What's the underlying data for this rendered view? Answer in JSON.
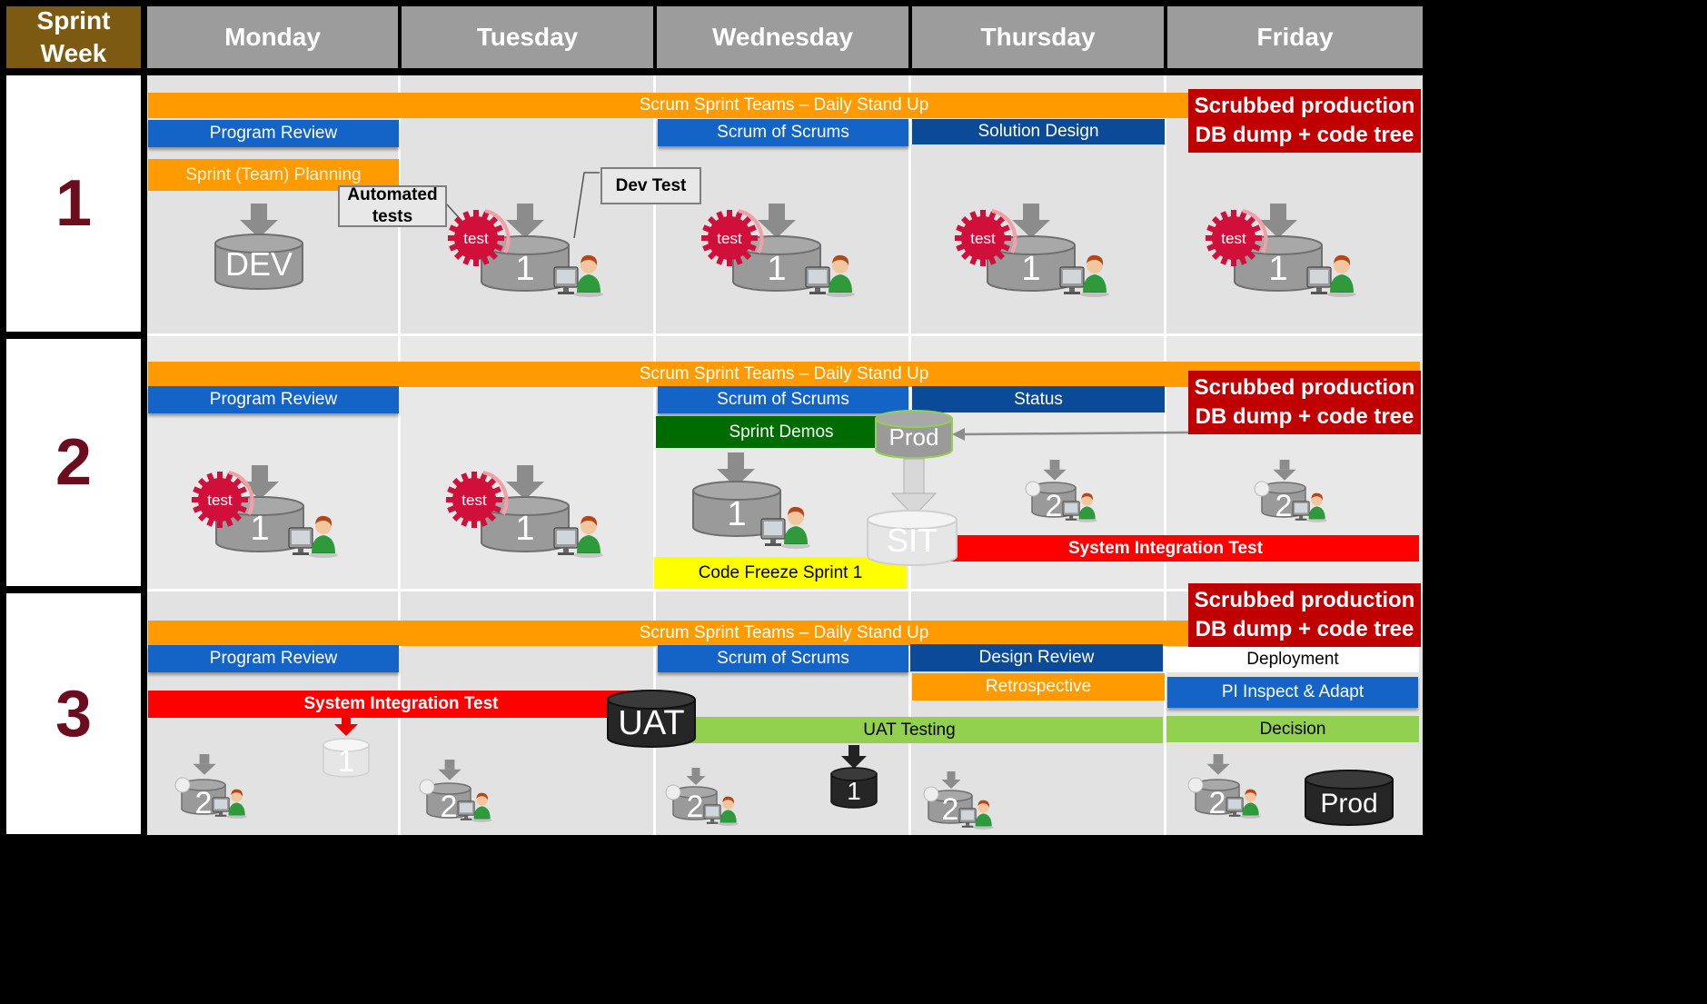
{
  "header": {
    "sprint_week": "Sprint Week",
    "days": [
      "Monday",
      "Tuesday",
      "Wednesday",
      "Thursday",
      "Friday"
    ]
  },
  "weeks": [
    "1",
    "2",
    "3"
  ],
  "labels": {
    "standup": "Scrum Sprint Teams – Daily Stand Up",
    "program_review": "Program Review",
    "scrum_of_scrums": "Scrum of Scrums",
    "scrubbed": "Scrubbed production DB dump + code tree",
    "sprint_planning": "Sprint (Team) Planning",
    "solution_design": "Solution Design",
    "automated_tests": "Automated tests",
    "dev_test": "Dev Test",
    "status": "Status",
    "sprint_demos": "Sprint Demos",
    "code_freeze": "Code Freeze Sprint 1",
    "system_integration_test": "System Integration Test",
    "design_review": "Design Review",
    "retrospective": "Retrospective",
    "deployment": "Deployment",
    "pi_inspect": "PI Inspect & Adapt",
    "uat_testing": "UAT Testing",
    "decision": "Decision"
  },
  "db_labels": {
    "dev": "DEV",
    "prod": "Prod",
    "sit": "SIT",
    "uat": "UAT",
    "one": "1",
    "two": "2"
  },
  "icons": {
    "test_badge": "test",
    "database": "database-icon",
    "developer": "developer-at-computer-icon"
  },
  "colors": {
    "header": "#9c9c9c",
    "sprint_header": "#7d5a12",
    "week_number": "#6b0d1f",
    "standup": "#ff9a00",
    "program_review": "#1464c8",
    "solution_design": "#0b4a96",
    "scrubbed": "#c00000",
    "sit_bar": "#ff0000",
    "uat_bar": "#92d050",
    "code_freeze": "#ffff00",
    "sprint_demos": "#006b00",
    "test_badge": "#d0103a"
  }
}
